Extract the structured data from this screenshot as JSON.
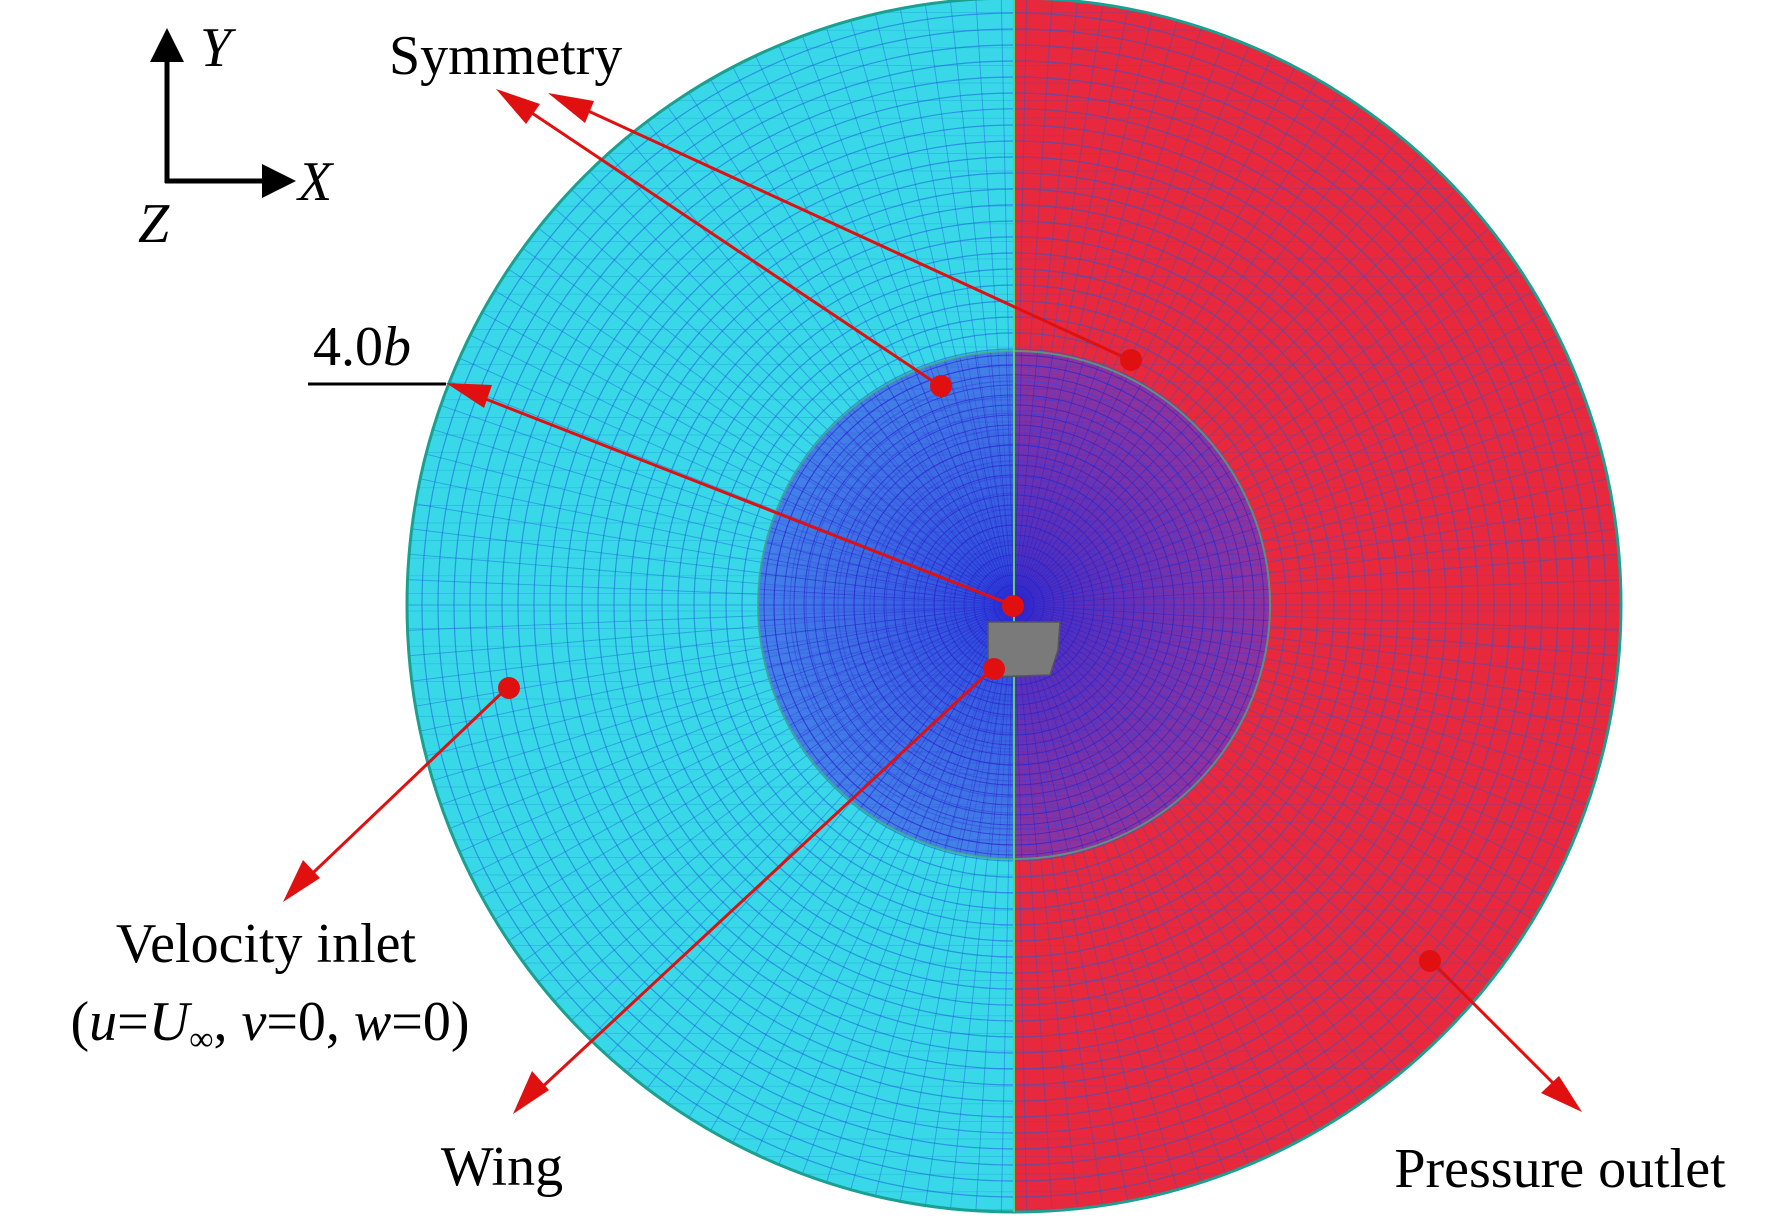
{
  "axes": {
    "y_label": "Y",
    "x_label": "X",
    "z_label": "Z"
  },
  "labels": {
    "symmetry": "Symmetry",
    "dimension_value": "4.0",
    "dimension_symbol": "b",
    "velocity_inlet": "Velocity inlet",
    "inlet_condition": {
      "open": "(",
      "u": "u",
      "eq1": "=",
      "U": "U",
      "inf": "∞",
      "sep1": ", ",
      "v": "v",
      "eq2": "=0, ",
      "w": "w",
      "eq3": "=0)"
    },
    "wing": "Wing",
    "pressure_outlet": "Pressure outlet"
  },
  "colors": {
    "inlet_half": "#38d8e8",
    "outlet_half": "#e8283c",
    "inner_mesh": "#2a2ee0",
    "mesh_line_light": "#1c5cd8",
    "mesh_line_dark": "#2a1cc8",
    "pointer": "#e01010",
    "wing": "#7a7a7a",
    "axis": "#000000"
  }
}
